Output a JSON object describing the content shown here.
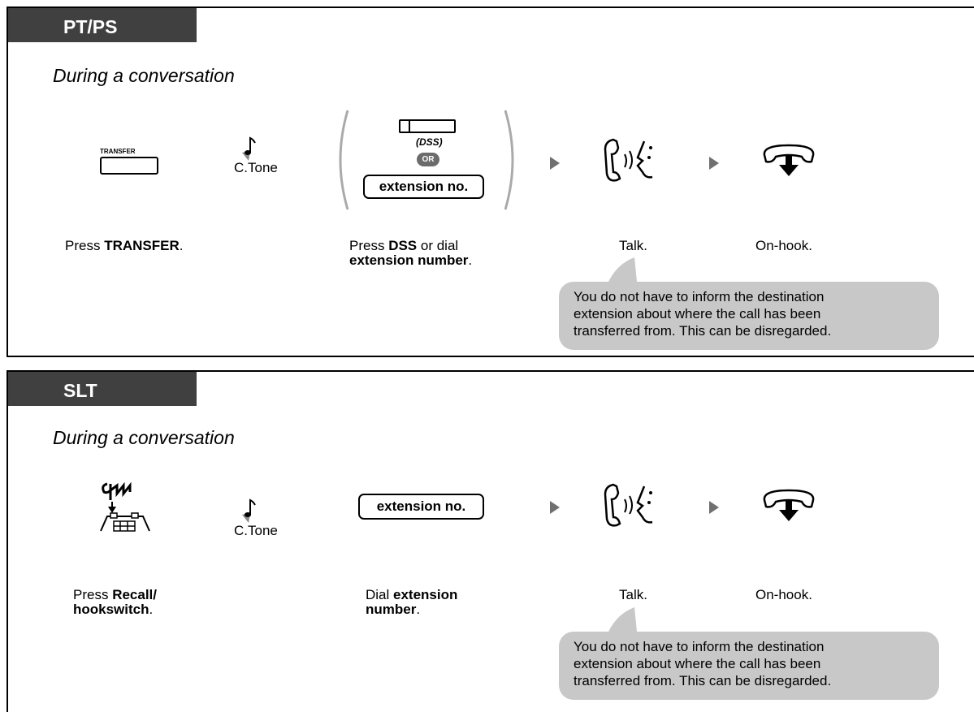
{
  "sections": [
    {
      "tab": "PT/PS",
      "heading": "During a conversation",
      "transfer_key": "TRANSFER",
      "tone": "C.Tone",
      "dss_label": "(DSS)",
      "or_label": "OR",
      "extension_key": "extension no.",
      "step1": {
        "pre": "Press ",
        "bold": "TRANSFER",
        "post": "."
      },
      "step2": {
        "line1_pre": "Press ",
        "line1_bold": "DSS",
        "line1_post": " or dial",
        "line2_bold": "extension number",
        "line2_post": "."
      },
      "step3": "Talk.",
      "step4": "On-hook.",
      "note": [
        "You do not have to inform the destination",
        "extension about where the call has been",
        "transferred from. This can be disregarded."
      ]
    },
    {
      "tab": "SLT",
      "heading": "During a conversation",
      "tone": "C.Tone",
      "extension_key": "extension no.",
      "step1": {
        "line1_pre": "Press ",
        "line1_bold": "Recall/",
        "line2_bold": "hookswitch",
        "line2_post": "."
      },
      "step2": {
        "line1_pre": "Dial ",
        "line1_bold": "extension",
        "line2_bold": "number",
        "line2_post": "."
      },
      "step3": "Talk.",
      "step4": "On-hook.",
      "note": [
        "You do not have to inform the destination",
        "extension about where the call has been",
        "transferred from. This can be disregarded."
      ]
    }
  ],
  "icons": {
    "tone": "music-note-icon",
    "talk": "handset-talk-icon",
    "onhook": "handset-onhook-icon",
    "hookswitch": "hookswitch-press-icon",
    "step_arrow": "triangle-right-icon"
  },
  "colors": {
    "tab_bg": "#404040",
    "note_bg": "#c8c8c8",
    "arrow": "#707070",
    "or_badge": "#6b6b6b"
  }
}
